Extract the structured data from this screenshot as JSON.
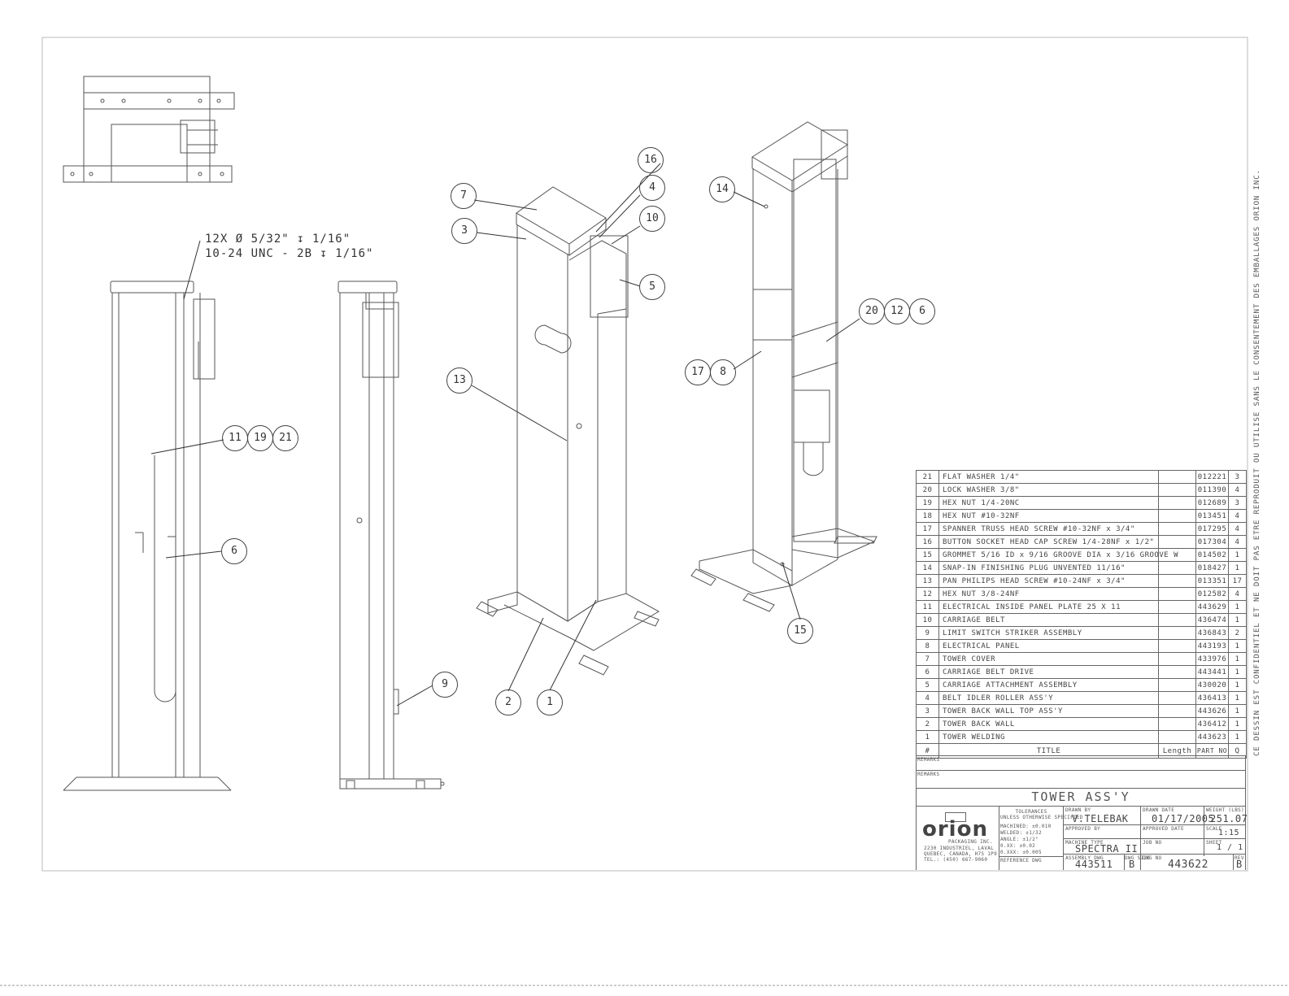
{
  "drawing_title": "TOWER ASS'Y",
  "vertical_notice": "CE DESSIN EST CONFIDENTIEL ET NE DOIT PAS ETRE REPRODUIT OU UTILISE SANS LE CONSENTEMENT DES EMBALLAGES ORION INC.",
  "hole_note": {
    "line1": "12X Ø 5/32\" ↧ 1/16\"",
    "line2": "10-24 UNC  - 2B ↧ 1/16\""
  },
  "balloons": [
    "16",
    "4",
    "10",
    "7",
    "3",
    "5",
    "13",
    "2",
    "1",
    "14",
    "20",
    "12",
    "6",
    "17",
    "8",
    "15",
    "11",
    "19",
    "21",
    "9"
  ],
  "bom": {
    "header": {
      "item": "#",
      "title": "TITLE",
      "length": "Length",
      "part_no": "PART NO",
      "qty": "Q"
    },
    "rows": [
      {
        "item": "21",
        "title": "FLAT WASHER 1/4\"",
        "part": "012221",
        "qty": "3"
      },
      {
        "item": "20",
        "title": "LOCK WASHER 3/8\"",
        "part": "011390",
        "qty": "4"
      },
      {
        "item": "19",
        "title": "HEX NUT 1/4-20NC",
        "part": "012689",
        "qty": "3"
      },
      {
        "item": "18",
        "title": "HEX NUT #10-32NF",
        "part": "013451",
        "qty": "4"
      },
      {
        "item": "17",
        "title": "SPANNER TRUSS HEAD SCREW #10-32NF x 3/4\"",
        "part": "017295",
        "qty": "4"
      },
      {
        "item": "16",
        "title": "BUTTON SOCKET HEAD CAP SCREW 1/4-28NF x 1/2\"",
        "part": "017304",
        "qty": "4"
      },
      {
        "item": "15",
        "title": "GROMMET 5/16 ID x 9/16 GROOVE DIA x 3/16 GROOVE W",
        "part": "014502",
        "qty": "1"
      },
      {
        "item": "14",
        "title": "SNAP-IN FINISHING PLUG UNVENTED 11/16\"",
        "part": "018427",
        "qty": "1"
      },
      {
        "item": "13",
        "title": "PAN PHILIPS HEAD SCREW #10-24NF x 3/4\"",
        "part": "013351",
        "qty": "17"
      },
      {
        "item": "12",
        "title": "HEX NUT 3/8-24NF",
        "part": "012582",
        "qty": "4"
      },
      {
        "item": "11",
        "title": "ELECTRICAL INSIDE PANEL PLATE 25 X 11",
        "part": "443629",
        "qty": "1"
      },
      {
        "item": "10",
        "title": "CARRIAGE BELT",
        "part": "436474",
        "qty": "1"
      },
      {
        "item": "9",
        "title": "LIMIT SWITCH STRIKER  ASSEMBLY",
        "part": "436843",
        "qty": "2"
      },
      {
        "item": "8",
        "title": "ELECTRICAL PANEL",
        "part": "443193",
        "qty": "1"
      },
      {
        "item": "7",
        "title": "TOWER COVER",
        "part": "433976",
        "qty": "1"
      },
      {
        "item": "6",
        "title": "CARRIAGE BELT DRIVE",
        "part": "443441",
        "qty": "1"
      },
      {
        "item": "5",
        "title": "CARRIAGE ATTACHMENT ASSEMBLY",
        "part": "430020",
        "qty": "1"
      },
      {
        "item": "4",
        "title": "BELT IDLER ROLLER ASS'Y",
        "part": "436413",
        "qty": "1"
      },
      {
        "item": "3",
        "title": "TOWER BACK WALL TOP ASS'Y",
        "part": "443626",
        "qty": "1"
      },
      {
        "item": "2",
        "title": "TOWER BACK WALL",
        "part": "436412",
        "qty": "1"
      },
      {
        "item": "1",
        "title": "TOWER WELDING",
        "part": "443623",
        "qty": "1"
      }
    ]
  },
  "title_block": {
    "remarks_label_1": "REMARKS",
    "remarks_label_2": "REMARKS",
    "company_logo_text": "orion",
    "company_name": "PACKAGING INC.",
    "company_address_1": "2230 INDUSTRIEL, LAVAL",
    "company_address_2": "QUEBEC, CANADA, H7S 1P9",
    "company_phone": "TEL.: (450) 667-9060",
    "tolerances_title": "TOLERANCES",
    "tolerances_subtitle": "UNLESS OTHERWISE SPECIFIED",
    "tolerance_lines": [
      "MACHINED: ±0.010",
      "WELDED: ±1/32",
      "ANGLE: ±1/2°",
      "0.XX: ±0.02",
      "0.XXX: ±0.005"
    ],
    "drawn_by_label": "DRAWN BY",
    "drawn_by": "V.TELEBAK",
    "drawn_date_label": "DRAWN DATE",
    "drawn_date": "01/17/2005",
    "weight_label": "WEIGHT (LBS)",
    "weight": "251.07",
    "approved_by_label": "APPROVED BY",
    "approved_date_label": "APPROVED DATE",
    "scale_label": "SCALE",
    "scale": "1:15",
    "machine_type_label": "MACHINE TYPE",
    "machine_type": "SPECTRA II",
    "job_no_label": "JOB NO",
    "sheet_label": "SHEET",
    "sheet": "1 / 1",
    "reference_dwg_label": "REFERENCE DWG",
    "assembly_dwg_label": "ASSEMBLY DWG",
    "assembly_dwg": "443511",
    "dwg_size_label": "DWG SIZE",
    "dwg_size": "B",
    "dwg_no_label": "DWG NO",
    "dwg_no": "443622",
    "rev_label": "REV",
    "rev": "B"
  }
}
